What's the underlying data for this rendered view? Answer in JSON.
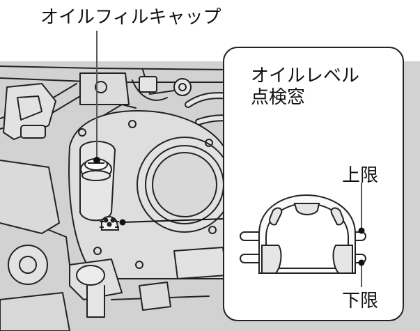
{
  "labels": {
    "oil_fill_cap": "オイルフィルキャップ",
    "oil_level_window_line1": "オイルレベル",
    "oil_level_window_line2": "点検窓",
    "upper_limit": "上限",
    "lower_limit": "下限"
  },
  "colors": {
    "background": "#d2d2d2",
    "line": "#222222",
    "callout_fill": "#ffffff",
    "page": "#ffffff"
  }
}
